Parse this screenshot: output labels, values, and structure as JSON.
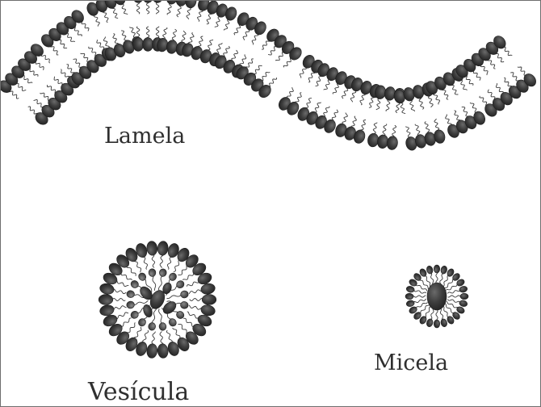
{
  "labels": {
    "lamela": "Lamela",
    "vesicula": "Vesícula",
    "micela": "Micela"
  },
  "colors": {
    "head": "#3d3d3d",
    "head_dark": "#2a2a2a",
    "head_light": "#5a5a5a",
    "tail": "#3a3a3a",
    "border": "#6e6e6e",
    "text": "#2f2f2f"
  },
  "structures": [
    {
      "name": "lamela",
      "type": "phospholipid-bilayer"
    },
    {
      "name": "vesicula",
      "type": "vesicle"
    },
    {
      "name": "micela",
      "type": "micelle"
    }
  ]
}
